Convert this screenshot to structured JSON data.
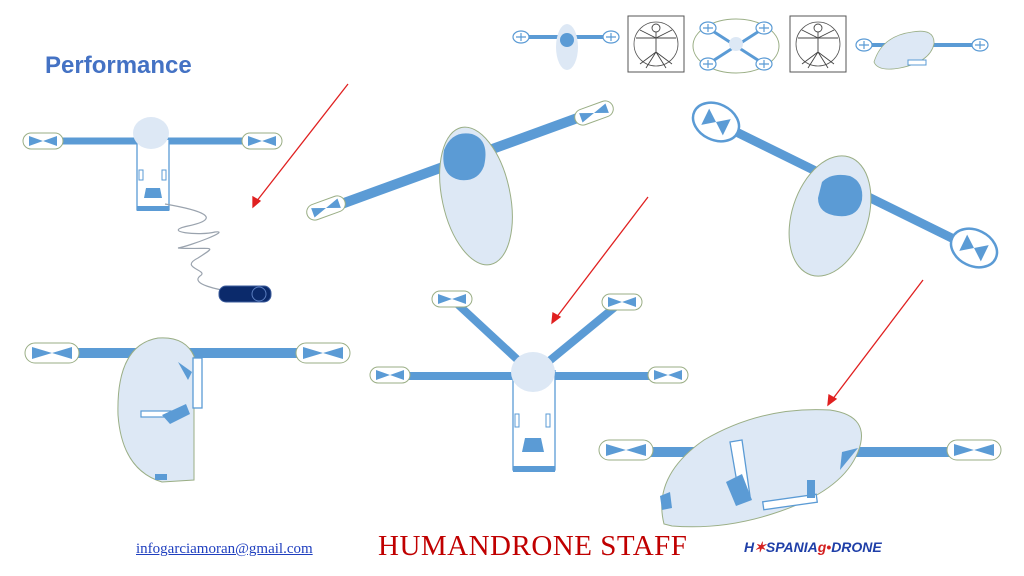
{
  "slide": {
    "title": "Performance",
    "email": "infogarciamoran@gmail.com",
    "staff": "HUMANDRONE STAFF",
    "logo_parts": [
      "H",
      "SPANIA",
      "g",
      "DRONE"
    ]
  },
  "colors": {
    "title": "#4472C4",
    "drone_fill": "#5B9BD5",
    "body_fill": "#DDE8F5",
    "outline": "#7F9A6E",
    "arrow": "#E02020",
    "email": "#1F3FBF",
    "staff": "#C00000",
    "logo_blue": "#1F3FA8",
    "logo_red": "#D42020",
    "battery": "#0B2A6B"
  },
  "icons": [
    "drone-diagram-icon",
    "vitruvian-man-icon",
    "propeller-icon",
    "arrow-icon",
    "battery-icon",
    "cable-icon"
  ]
}
